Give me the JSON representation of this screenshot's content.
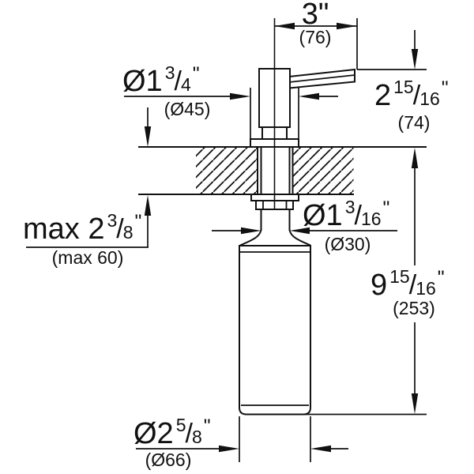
{
  "dimensions": {
    "spout_projection": {
      "label": "3\"",
      "metric": "(76)"
    },
    "flange_diameter": {
      "prefix": "Ø1",
      "num": "3",
      "den": "4",
      "inch": "\"",
      "metric": "(Ø45)"
    },
    "height_above_deck": {
      "prefix": "2",
      "num": "15",
      "den": "16",
      "inch": "\"",
      "metric": "(74)"
    },
    "max_deck_thickness": {
      "prefix": "max 2",
      "num": "3",
      "den": "8",
      "inch": "\"",
      "metric": "(max 60)"
    },
    "shank_diameter": {
      "prefix": "Ø1",
      "num": "3",
      "den": "16",
      "inch": "\"",
      "metric": "(Ø30)"
    },
    "depth_below_deck": {
      "prefix": "9",
      "num": "15",
      "den": "16",
      "inch": "\"",
      "metric": "(253)"
    },
    "bottle_diameter": {
      "prefix": "Ø2",
      "num": "5",
      "den": "8",
      "inch": "\"",
      "metric": "(Ø66)"
    }
  },
  "colors": {
    "line": "#111111",
    "background": "#ffffff"
  }
}
